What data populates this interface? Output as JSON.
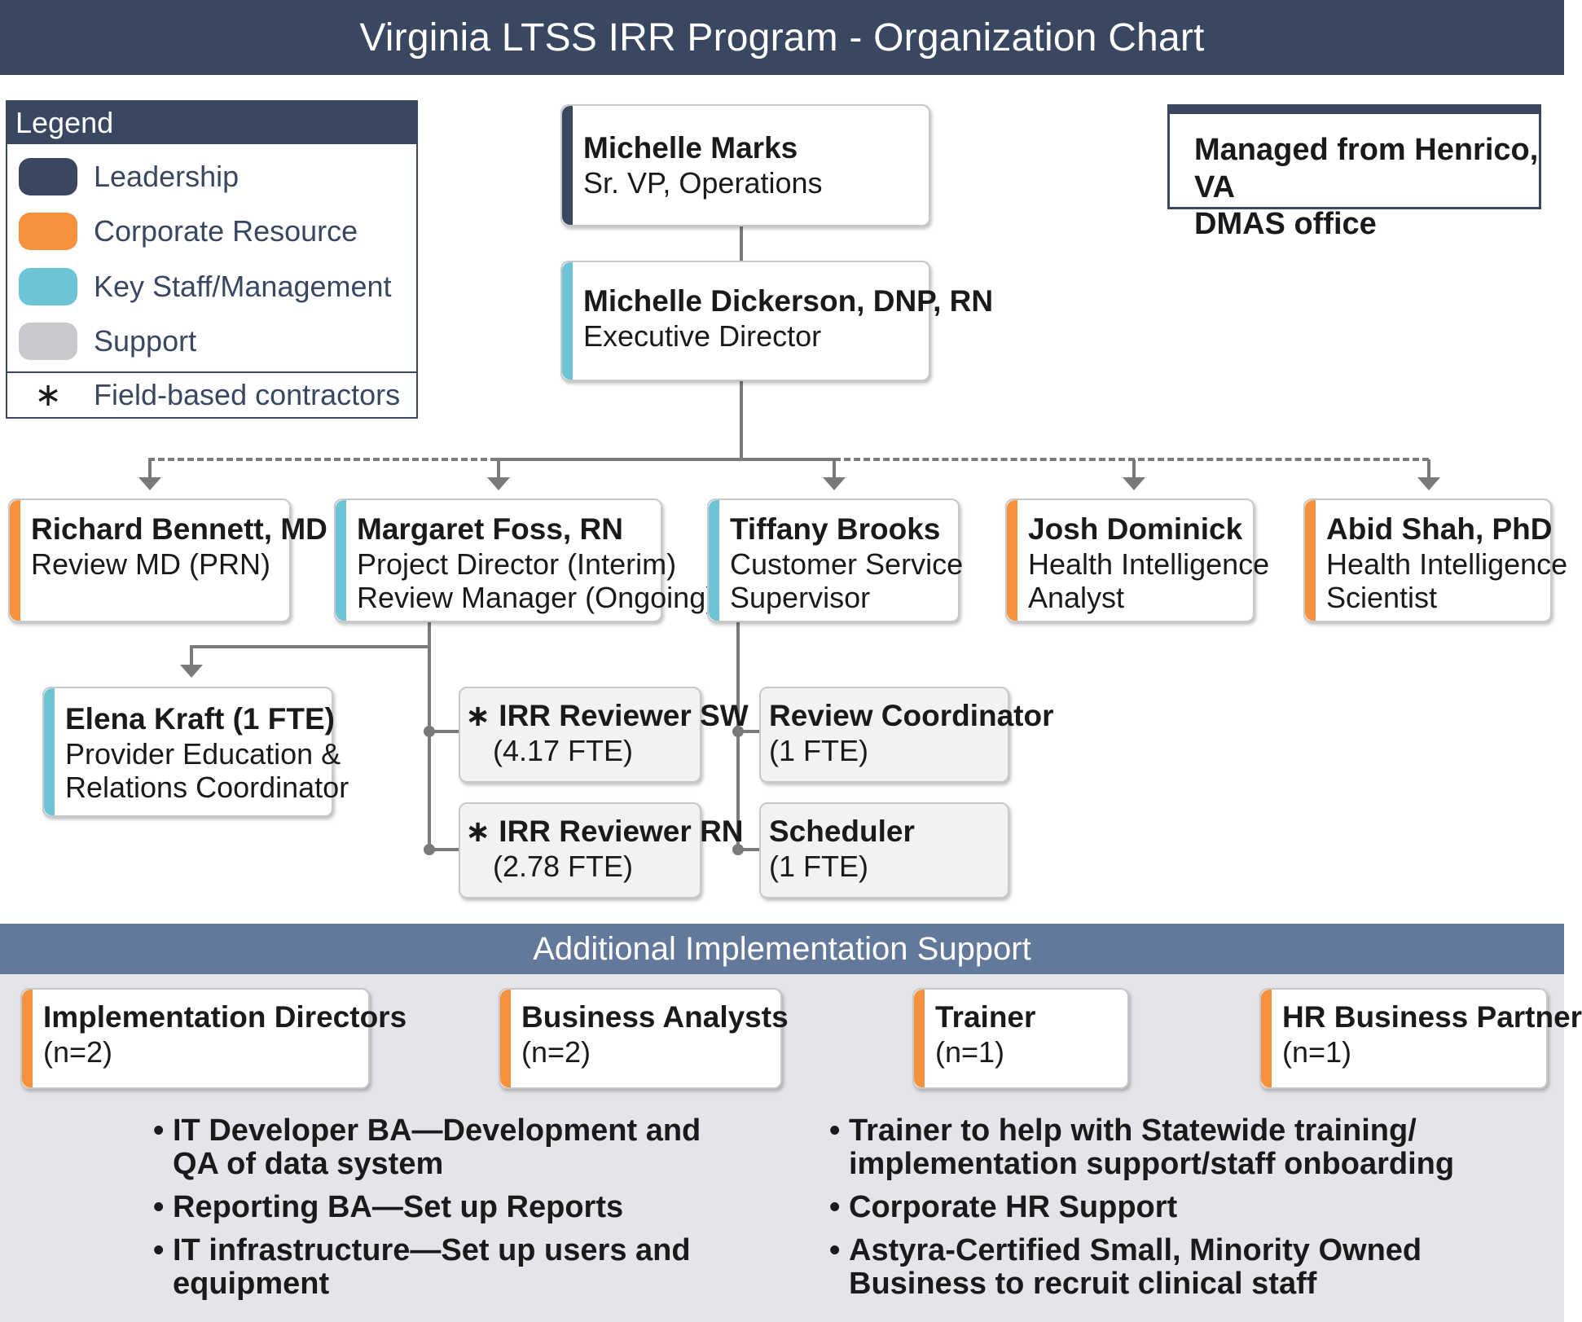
{
  "title": "Virginia LTSS IRR Program - Organization Chart",
  "colors": {
    "leadership": "#3a4760",
    "corporate_resource": "#f7913d",
    "key_staff": "#6ec4d7",
    "support": "#c8c9cc"
  },
  "legend": {
    "title": "Legend",
    "items": [
      {
        "label": "Leadership"
      },
      {
        "label": "Corporate Resource"
      },
      {
        "label": "Key Staff/Management"
      },
      {
        "label": "Support"
      }
    ],
    "contractor_symbol": "∗",
    "contractor_label": "Field-based contractors"
  },
  "managed_note": {
    "line1": "Managed from Henrico, VA",
    "line2": "DMAS office"
  },
  "nodes": {
    "marks": {
      "name": "Michelle Marks",
      "role": "Sr. VP, Operations"
    },
    "dickerson": {
      "name": "Michelle Dickerson, DNP, RN",
      "role": "Executive Director"
    },
    "bennett": {
      "name": "Richard Bennett, MD",
      "role": "Review MD (PRN)"
    },
    "foss": {
      "name": "Margaret Foss, RN",
      "role1": "Project Director (Interim)",
      "role2": "Review Manager (Ongoing)"
    },
    "brooks": {
      "name": "Tiffany Brooks",
      "role1": "Customer Service",
      "role2": "Supervisor"
    },
    "dominick": {
      "name": "Josh Dominick",
      "role1": "Health Intelligence",
      "role2": "Analyst"
    },
    "shah": {
      "name": "Abid Shah, PhD",
      "role1": "Health Intelligence",
      "role2": "Scientist"
    },
    "kraft": {
      "name": "Elena Kraft (1 FTE)",
      "role1": "Provider Education &",
      "role2": "Relations Coordinator"
    },
    "reviewer_sw": {
      "star": "∗",
      "name": "IRR Reviewer SW",
      "role": "(4.17 FTE)"
    },
    "reviewer_rn": {
      "star": "∗",
      "name": "IRR Reviewer RN",
      "role": "(2.78 FTE)"
    },
    "review_coord": {
      "name": "Review Coordinator",
      "role": "(1 FTE)"
    },
    "scheduler": {
      "name": "Scheduler",
      "role": "(1 FTE)"
    }
  },
  "support": {
    "title": "Additional Implementation Support",
    "boxes": [
      {
        "name": "Implementation Directors",
        "count": "(n=2)"
      },
      {
        "name": "Business Analysts",
        "count": "(n=2)"
      },
      {
        "name": "Trainer",
        "count": "(n=1)"
      },
      {
        "name": "HR Business Partner",
        "count": "(n=1)"
      }
    ],
    "left_bullets": [
      {
        "line1": "IT Developer BA—Development and",
        "line2": "QA of data system"
      },
      {
        "line1": "Reporting BA—Set up Reports",
        "line2": ""
      },
      {
        "line1": "IT infrastructure—Set up users and equipment",
        "line2": ""
      }
    ],
    "right_bullets": [
      {
        "line1": "Trainer to help with Statewide training/",
        "line2": "implementation support/staff onboarding"
      },
      {
        "line1": "Corporate HR Support",
        "line2": ""
      },
      {
        "line1": "Astyra-Certified Small, Minority Owned",
        "line2": "Business to recruit clinical staff"
      }
    ]
  }
}
